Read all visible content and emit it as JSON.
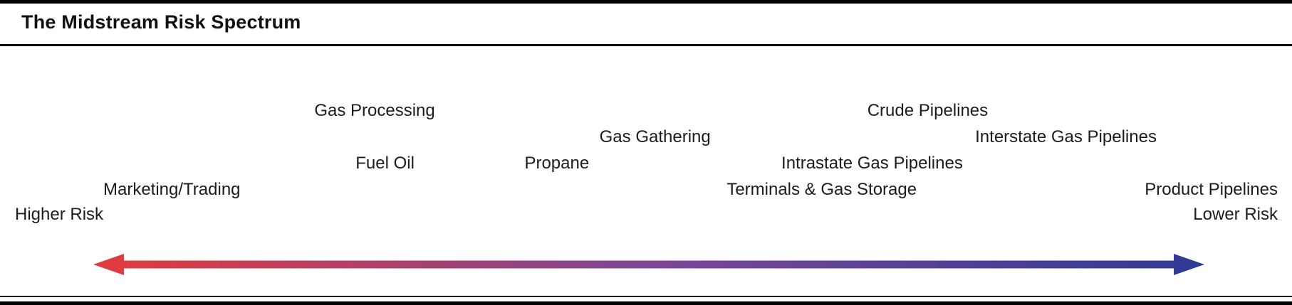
{
  "title": "The Midstream Risk Spectrum",
  "axis": {
    "left_end": "Higher Risk",
    "right_end": "Lower Risk"
  },
  "items": [
    {
      "label": "Marketing/Trading"
    },
    {
      "label": "Fuel Oil"
    },
    {
      "label": "Gas Processing"
    },
    {
      "label": "Propane"
    },
    {
      "label": "Gas Gathering"
    },
    {
      "label": "Terminals & Gas Storage"
    },
    {
      "label": "Intrastate Gas Pipelines"
    },
    {
      "label": "Crude Pipelines"
    },
    {
      "label": "Interstate Gas Pipelines"
    },
    {
      "label": "Product Pipelines"
    }
  ],
  "colors": {
    "higher_risk": "#e23b3c",
    "mid": "#7e4796",
    "lower_risk": "#2e3b96"
  }
}
